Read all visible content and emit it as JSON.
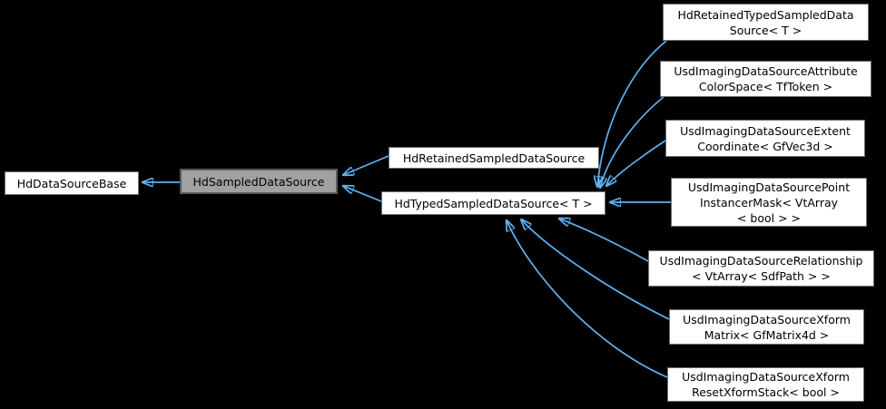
{
  "diagram": {
    "kind": "class-inheritance-graph",
    "background_color": "#000000",
    "arrow_color": "#5fb2f2",
    "node_fill_color": "#ffffff",
    "node_border_color": "#6e6e6e",
    "highlight_fill_color": "#a1a1a1",
    "highlight_border_color": "#5a5a5a",
    "text_color": "#000000"
  },
  "nodes": [
    {
      "id": "hd-data-source-base",
      "label": "HdDataSourceBase",
      "highlighted": false
    },
    {
      "id": "hd-sampled-data-source",
      "label": "HdSampledDataSource",
      "highlighted": true
    },
    {
      "id": "hd-retained-sampled-data-source",
      "label": "HdRetainedSampledDataSource",
      "highlighted": false
    },
    {
      "id": "hd-typed-sampled-data-source",
      "label": "HdTypedSampledDataSource< T >",
      "highlighted": false
    },
    {
      "id": "hd-retained-typed-sampled-data-source",
      "label": "HdRetainedTypedSampledData\nSource< T >",
      "highlighted": false
    },
    {
      "id": "usd-imaging-data-source-attribute-color-space",
      "label": "UsdImagingDataSourceAttribute\nColorSpace< TfToken >",
      "highlighted": false
    },
    {
      "id": "usd-imaging-data-source-extent-coordinate",
      "label": "UsdImagingDataSourceExtent\nCoordinate< GfVec3d >",
      "highlighted": false
    },
    {
      "id": "usd-imaging-data-source-point-instancer-mask",
      "label": "UsdImagingDataSourcePoint\nInstancerMask< VtArray\n< bool > >",
      "highlighted": false
    },
    {
      "id": "usd-imaging-data-source-relationship",
      "label": "UsdImagingDataSourceRelationship\n< VtArray< SdfPath > >",
      "highlighted": false
    },
    {
      "id": "usd-imaging-data-source-xform-matrix",
      "label": "UsdImagingDataSourceXform\nMatrix< GfMatrix4d >",
      "highlighted": false
    },
    {
      "id": "usd-imaging-data-source-xform-reset-xform-stack",
      "label": "UsdImagingDataSourceXform\nResetXformStack< bool >",
      "highlighted": false
    }
  ],
  "edges": [
    {
      "from": "HdSampledDataSource",
      "to": "HdDataSourceBase"
    },
    {
      "from": "HdRetainedSampledDataSource",
      "to": "HdSampledDataSource"
    },
    {
      "from": "HdTypedSampledDataSource< T >",
      "to": "HdSampledDataSource"
    },
    {
      "from": "HdRetainedTypedSampledDataSource< T >",
      "to": "HdTypedSampledDataSource< T >"
    },
    {
      "from": "UsdImagingDataSourceAttributeColorSpace< TfToken >",
      "to": "HdTypedSampledDataSource< T >"
    },
    {
      "from": "UsdImagingDataSourceExtentCoordinate< GfVec3d >",
      "to": "HdTypedSampledDataSource< T >"
    },
    {
      "from": "UsdImagingDataSourcePointInstancerMask< VtArray< bool > >",
      "to": "HdTypedSampledDataSource< T >"
    },
    {
      "from": "UsdImagingDataSourceRelationship< VtArray< SdfPath > >",
      "to": "HdTypedSampledDataSource< T >"
    },
    {
      "from": "UsdImagingDataSourceXformMatrix< GfMatrix4d >",
      "to": "HdTypedSampledDataSource< T >"
    },
    {
      "from": "UsdImagingDataSourceXformResetXformStack< bool >",
      "to": "HdTypedSampledDataSource< T >"
    }
  ]
}
